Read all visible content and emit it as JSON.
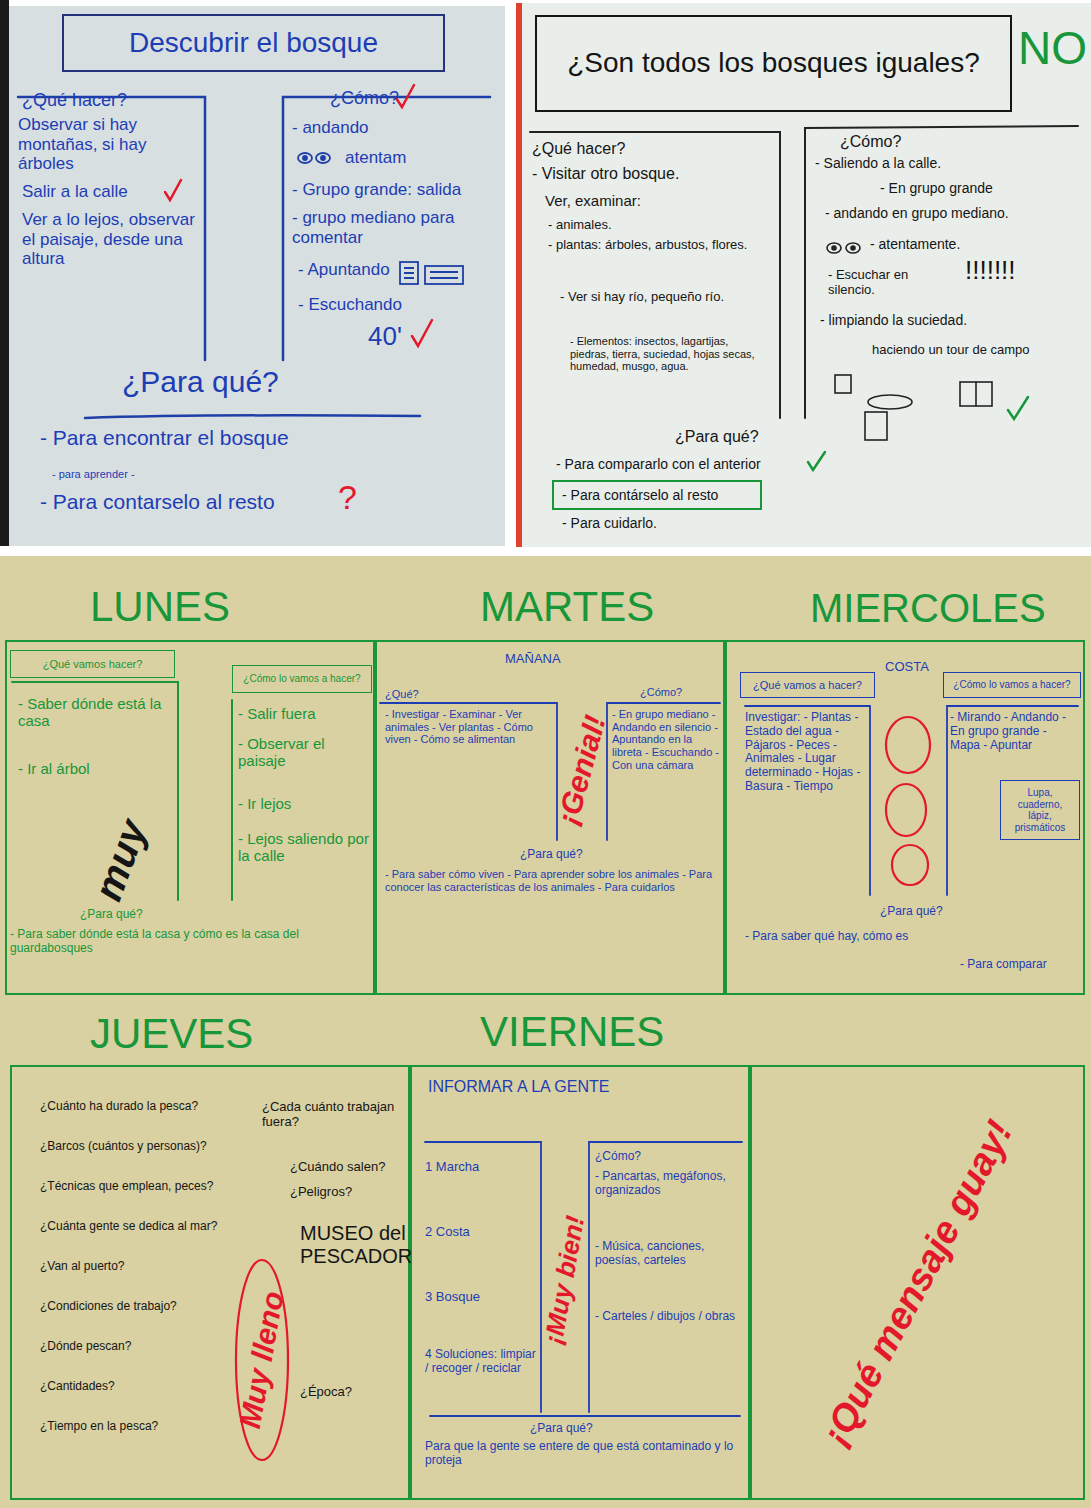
{
  "diagram": {
    "nodes": [
      {
        "text": [
          "Descubrir el bosque"
        ]
      },
      {
        "text": [
          "¿Son todos los bosques iguales?"
        ]
      },
      {
        "text": [
          "LUNES"
        ]
      },
      {
        "text": [
          "¿Qué vamos hacer?"
        ],
        "in": 2
      },
      {
        "text": [
          "¿Cómo lo vamos a hacer?"
        ],
        "in": 2
      },
      {
        "text": [
          "MARTES"
        ]
      },
      {
        "text": [
          "MIERCOLES"
        ]
      },
      {
        "text": [
          "¿Qué vamos a hacer?"
        ],
        "in": 6
      },
      {
        "text": [
          "¿Cómo lo vamos a hacer?"
        ],
        "in": 6
      },
      {
        "text": [
          "Lupa, cuaderno, lápiz, prismáticos"
        ],
        "in": 6
      },
      {
        "text": [
          "JUEVES"
        ]
      },
      {
        "text": [
          "VIERNES"
        ]
      },
      {
        "text": [
          "¡Qué mensaje guay!"
        ]
      }
    ],
    "labels": [
      "¿Qué hacer?",
      "Observar si hay montañas, si hay árboles",
      "Salir a la calle",
      "Ver a lo lejos, observar el paisaje, desde una altura",
      "¿Cómo?",
      "- andando",
      "atentam",
      "- Grupo grande: salida",
      "- grupo mediano para comentar",
      "- Apuntando",
      "- Escuchando",
      "40'",
      "¿Para qué?",
      "- Para encontrar el bosque",
      "- para aprender -",
      "- Para contarselo al resto",
      "?",
      "NO",
      "¿Qué hacer?",
      "- Visitar otro bosque.",
      "Ver, examinar:",
      "- animales.",
      "- plantas: árboles, arbustos, flores.",
      "- Ver si hay río, pequeño río.",
      "- Elementos: insectos, lagartijas, piedras, tierra, suciedad, hojas secas, humedad, musgo, agua.",
      "¿Para qué?",
      "- Para compararlo con el anterior",
      "- Para contárselo al resto",
      "- Para cuidarlo.",
      "¿Cómo?",
      "- Saliendo a la calle.",
      "- En grupo grande",
      "- andando en grupo mediano.",
      "- atentamente.",
      "- Escuchar en silencio.",
      "!!!!!!!",
      "- limpiando la suciedad.",
      "haciendo un tour de campo",
      "- Saber dónde está la casa",
      "- Ir al árbol",
      "muy",
      "- Salir fuera",
      "- Observar el paisaje",
      "- Ir lejos",
      "- Lejos saliendo por la calle",
      "¿Para qué?",
      "- Para saber dónde está la casa y cómo es la casa del guardabosques",
      "MAÑANA",
      "¿Qué?",
      "- Investigar - Examinar - Ver animales - Ver plantas - Cómo viven - Cómo se alimentan",
      "¿Cómo?",
      "- En grupo mediano - Andando en silencio - Apuntando en la libreta - Escuchando - Con una cámara",
      "¡Genial!",
      "¿Para qué?",
      "- Para saber cómo viven - Para aprender sobre los animales - Para conocer las características de los animales - Para cuidarlos",
      "COSTA",
      "Investigar: - Plantas - Estado del agua - Pájaros - Peces - Animales - Lugar determinado - Hojas - Basura - Tiempo",
      "- Mirando - Andando - En grupo grande - Mapa - Apuntar",
      "¿Para qué?",
      "- Para saber qué hay, cómo es",
      "- Para comparar",
      "¿Cuánto ha durado la pesca?",
      "¿Barcos (cuántos y personas)?",
      "¿Técnicas que emplean, peces?",
      "¿Cuánta gente se dedica al mar?",
      "¿Van al puerto?",
      "¿Condiciones de trabajo?",
      "¿Dónde pescan?",
      "¿Cantidades?",
      "¿Tiempo en la pesca?",
      "¿Cada cuánto trabajan fuera?",
      "¿Cuándo salen?",
      "¿Peligros?",
      "MUSEO del PESCADOR",
      "¿Época?",
      "Muy lleno",
      "INFORMAR A LA GENTE",
      "1 Marcha",
      "2 Costa",
      "3 Bosque",
      "4 Soluciones: limpiar / recoger / reciclar",
      "¿Cómo?",
      "- Pancartas, megáfonos, organizados",
      "- Música, canciones, poesías, carteles",
      "- Carteles / dibujos / obras",
      "¡Muy bien!",
      "¿Para qué?",
      "Para que la gente se entere de que está contaminado y lo proteja"
    ]
  }
}
